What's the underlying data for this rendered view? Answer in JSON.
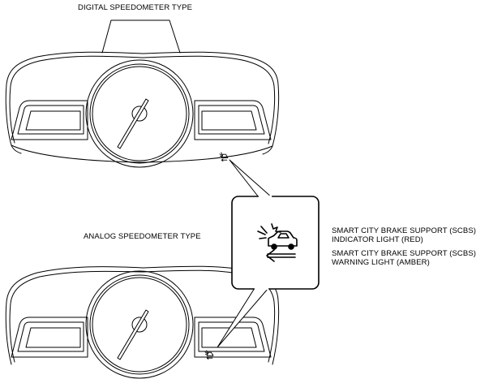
{
  "figure": {
    "digital_title": "DIGITAL SPEEDOMETER TYPE",
    "analog_title": "ANALOG SPEEDOMETER TYPE",
    "indicator_label_line1": "SMART CITY BRAKE SUPPORT (SCBS)",
    "indicator_label_line2": "INDICATOR LIGHT (RED)",
    "warning_label_line1": "SMART CITY BRAKE SUPPORT (SCBS)",
    "warning_label_line2": "WARNING LIGHT (AMBER)"
  },
  "icons": {
    "scbs_symbol": "scbs-icon"
  },
  "colors": {
    "line": "#000000",
    "background": "#ffffff"
  }
}
